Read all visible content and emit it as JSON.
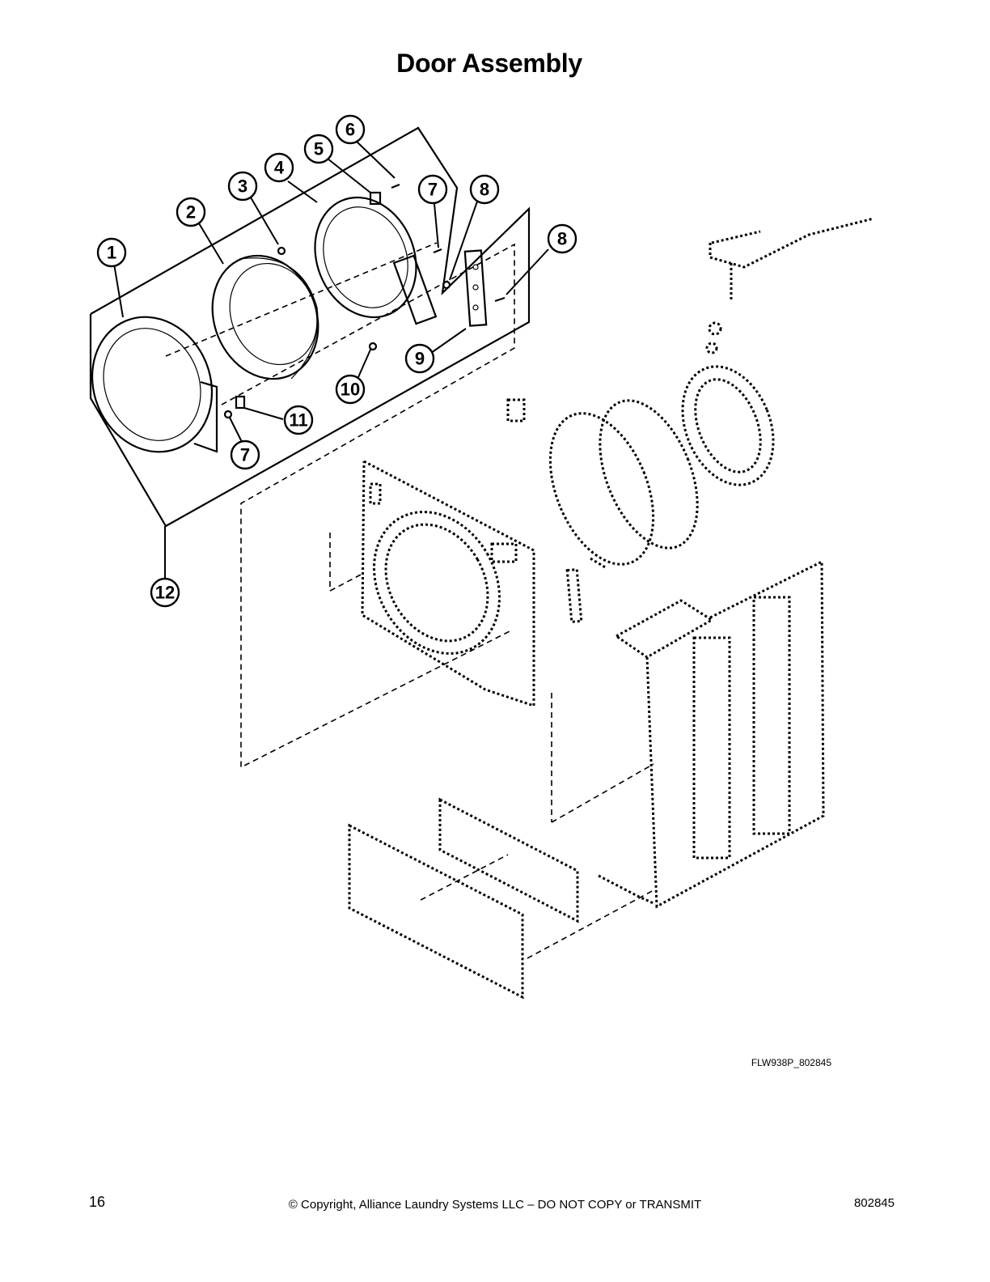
{
  "title": "Door Assembly",
  "callouts": [
    "1",
    "2",
    "3",
    "4",
    "5",
    "6",
    "7",
    "8",
    "8",
    "9",
    "10",
    "11",
    "7",
    "12"
  ],
  "drawing_code": "FLW938P_802845",
  "footer": {
    "page_number": "16",
    "copyright": "© Copyright, Alliance Laundry Systems LLC – DO NOT COPY or TRANSMIT",
    "doc_number": "802845"
  }
}
